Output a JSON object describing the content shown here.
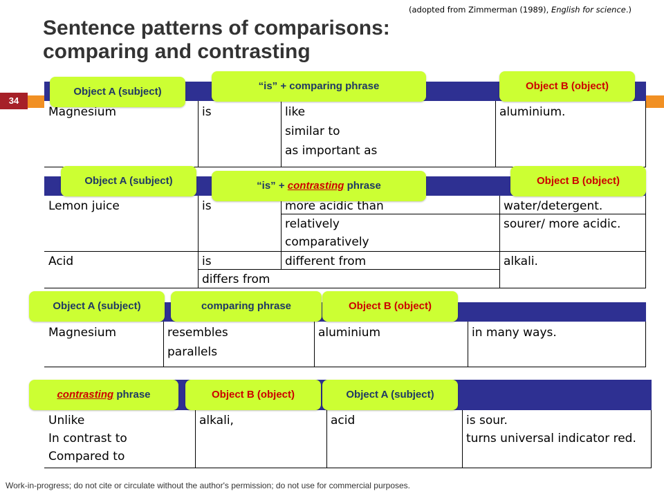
{
  "source": {
    "prefix": "(adopted from Zimmerman (1989), ",
    "book": "English for science",
    "suffix": ".)"
  },
  "title": {
    "line1": "Sentence patterns of comparisons:",
    "line2": "comparing and contrasting"
  },
  "slide_number": "34",
  "tags": {
    "object_a": "Object A (subject)",
    "object_b": "Object B (object)",
    "is_comparing": "“is” + comparing phrase",
    "is_prefix": "“is” + ",
    "contrasting_word": "contrasting",
    "phrase_suffix": " phrase",
    "comparing_phrase": "comparing phrase"
  },
  "table1": {
    "subject": "Magnesium",
    "verb": "is",
    "phrases": [
      "like",
      "similar to",
      "as important as"
    ],
    "object": "aluminium."
  },
  "table2": {
    "row1": {
      "subject": "Lemon juice",
      "verb": "is",
      "phrase": "more acidic than",
      "object": "water/detergent."
    },
    "row2": {
      "phrases": [
        "relatively",
        "comparatively"
      ],
      "object": "sourer/ more acidic."
    },
    "row3": {
      "subject": "Acid",
      "verb": "is",
      "phrase": "different from",
      "object": "alkali."
    },
    "row4": {
      "phrase": "differs from"
    }
  },
  "table3": {
    "subject": "Magnesium",
    "phrases": [
      "resembles",
      "parallels"
    ],
    "object": "aluminium",
    "tail": "in many ways."
  },
  "table4": {
    "phrases": [
      "Unlike",
      "In contrast to",
      "Compared to"
    ],
    "object_b": "alkali,",
    "object_a": "acid",
    "predicates": [
      "is sour.",
      "turns universal indicator red."
    ]
  },
  "footer": "Work-in-progress; do not cite or circulate without the author's permission; do not use for commercial purposes."
}
